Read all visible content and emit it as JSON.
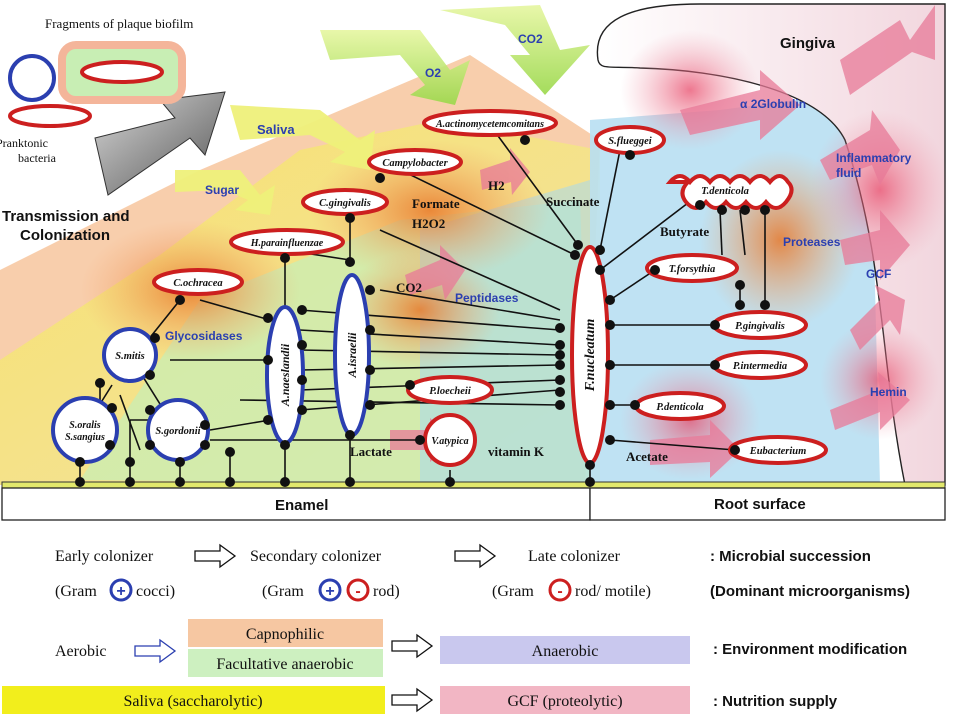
{
  "labels": {
    "fragments": "Fragments of plaque biofilm",
    "planktonic_line1": "Pranktonic",
    "planktonic_line2": "bacteria",
    "transmission_line1": "Transmission and",
    "transmission_line2": "Colonization",
    "co2_top": "CO2",
    "o2": "O2",
    "saliva": "Saliva",
    "sugar": "Sugar",
    "gingiva": "Gingiva",
    "alpha_globulin": "α 2Globulin",
    "inflammatory_line1": "Inflammatory",
    "inflammatory_line2": "fluid",
    "proteases": "Proteases",
    "gcf": "GCF",
    "hemin": "Hemin",
    "formate": "Formate",
    "h2o2": "H2O2",
    "h2": "H2",
    "succinate": "Succinate",
    "butyrate": "Butyrate",
    "co2_mid": "CO2",
    "peptidases": "Peptidases",
    "glycosidases": "Glycosidases",
    "lactate": "Lactate",
    "vitamin_k": "vitamin K",
    "acetate": "Acetate",
    "enamel": "Enamel",
    "root_surface": "Root surface"
  },
  "species": {
    "a_actino": "A.actinomycetemcomitans",
    "campylobacter": "Campylobacter",
    "c_gingivalis": "C.gingivalis",
    "h_parainfluenzae": "H.parainfluenzae",
    "c_ochracea": "C.ochracea",
    "s_mitis": "S.mitis",
    "s_oralis": "S.oralis",
    "s_sangius": "S.sangius",
    "s_gordonii": "S.gordonii",
    "a_naeslandii": "A.naeslandii",
    "a_israelii": "A.israelii",
    "p_loecheii": "P.loecheii",
    "v_atypica": "V.atypica",
    "f_nucleatum": "F.nucleatum",
    "s_flueggei": "S.flueggei",
    "t_denticola": "T.denticola",
    "t_forsythia": "T.forsythia",
    "p_gingivalis": "P.gingivalis",
    "p_intermedia": "P.intermedia",
    "p_denticola": "P.denticola",
    "eubacterium": "Eubacterium"
  },
  "legend": {
    "early": "Early colonizer",
    "secondary": "Secondary colonizer",
    "late": "Late colonizer",
    "microbial_succession": ": Microbial succession",
    "gram_open": "(Gram",
    "cocci": "cocci)",
    "rod": "rod)",
    "rod_motile": "rod/ motile)",
    "dominant": "(Dominant microorganisms)",
    "aerobic": "Aerobic",
    "capnophilic": "Capnophilic",
    "facultative": "Facultative anaerobic",
    "anaerobic": "Anaerobic",
    "environment": ": Environment modification",
    "saliva_sacch": "Saliva (saccharolytic)",
    "gcf_prot": "GCF (proteolytic)",
    "nutrition": ": Nutrition supply"
  },
  "colors": {
    "gram_positive": "#2b3fb0",
    "gram_negative": "#cc1f1f",
    "capnophilic": "#f6c7a2",
    "facultative": "#cdf0c0",
    "anaerobic": "#c9c8ee",
    "saliva": "#f2ee1c",
    "gcf": "#f2b6c4"
  }
}
